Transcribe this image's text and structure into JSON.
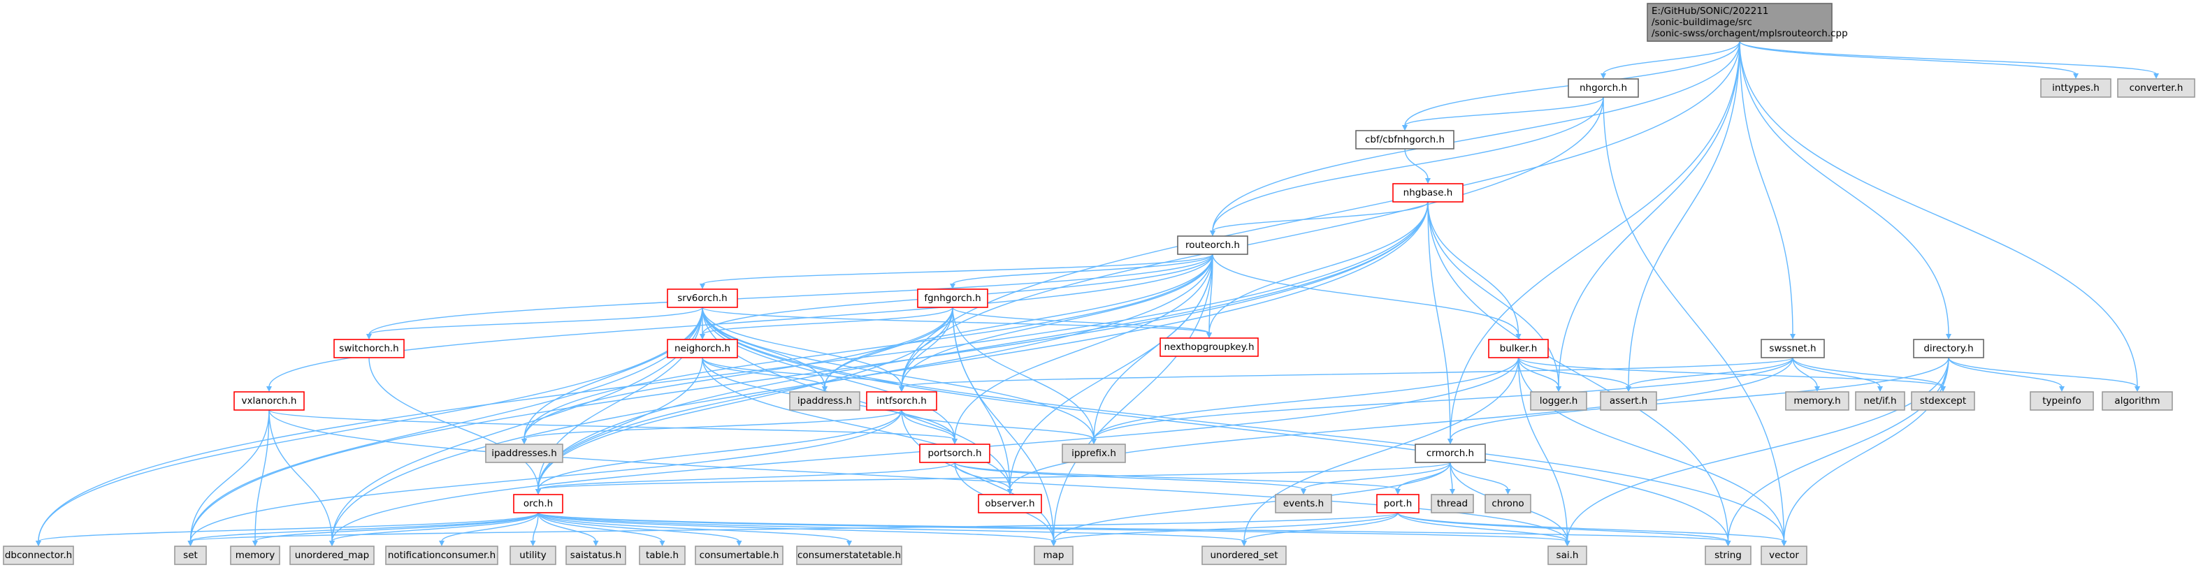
{
  "graph": {
    "colors": {
      "edge": "#63b8ff",
      "red_border": "#ff0000",
      "root_fill": "#999999",
      "sys_fill": "#e0e0e0"
    },
    "nodes": [
      {
        "id": "root",
        "lines": [
          "E:/GitHub/SONiC/202211",
          "/sonic-buildimage/src",
          "/sonic-swss/orchagent/mplsrouteorch.cpp"
        ],
        "style": "root"
      },
      {
        "id": "inttypes",
        "lines": [
          "inttypes.h"
        ],
        "style": "sys"
      },
      {
        "id": "converter",
        "lines": [
          "converter.h"
        ],
        "style": "sys"
      },
      {
        "id": "nhgorch",
        "lines": [
          "nhgorch.h"
        ],
        "style": "file"
      },
      {
        "id": "cbf",
        "lines": [
          "cbf/cbfnhgorch.h"
        ],
        "style": "file"
      },
      {
        "id": "nhgbase",
        "lines": [
          "nhgbase.h"
        ],
        "style": "red"
      },
      {
        "id": "routeorch",
        "lines": [
          "routeorch.h"
        ],
        "style": "file"
      },
      {
        "id": "srv6orch",
        "lines": [
          "srv6orch.h"
        ],
        "style": "red"
      },
      {
        "id": "fgnhgorch",
        "lines": [
          "fgnhgorch.h"
        ],
        "style": "red"
      },
      {
        "id": "nexthopgroupkey",
        "lines": [
          "nexthopgroupkey.h"
        ],
        "style": "red"
      },
      {
        "id": "switchorch",
        "lines": [
          "switchorch.h"
        ],
        "style": "red"
      },
      {
        "id": "neighorch",
        "lines": [
          "neighorch.h"
        ],
        "style": "red"
      },
      {
        "id": "vxlanorch",
        "lines": [
          "vxlanorch.h"
        ],
        "style": "red"
      },
      {
        "id": "intfsorch",
        "lines": [
          "intfsorch.h"
        ],
        "style": "red"
      },
      {
        "id": "ipaddress",
        "lines": [
          "ipaddress.h"
        ],
        "style": "sys"
      },
      {
        "id": "ipaddresses",
        "lines": [
          "ipaddresses.h"
        ],
        "style": "sys"
      },
      {
        "id": "ipprefix",
        "lines": [
          "ipprefix.h"
        ],
        "style": "sys"
      },
      {
        "id": "portsorch",
        "lines": [
          "portsorch.h"
        ],
        "style": "red"
      },
      {
        "id": "observer",
        "lines": [
          "observer.h"
        ],
        "style": "red"
      },
      {
        "id": "bulker",
        "lines": [
          "bulker.h"
        ],
        "style": "red"
      },
      {
        "id": "logger",
        "lines": [
          "logger.h"
        ],
        "style": "sys"
      },
      {
        "id": "assert",
        "lines": [
          "assert.h"
        ],
        "style": "sys"
      },
      {
        "id": "swssnet",
        "lines": [
          "swssnet.h"
        ],
        "style": "file"
      },
      {
        "id": "memoryh",
        "lines": [
          "memory.h"
        ],
        "style": "sys"
      },
      {
        "id": "netif",
        "lines": [
          "net/if.h"
        ],
        "style": "sys"
      },
      {
        "id": "stdexcept",
        "lines": [
          "stdexcept"
        ],
        "style": "sys"
      },
      {
        "id": "directory",
        "lines": [
          "directory.h"
        ],
        "style": "file"
      },
      {
        "id": "typeinfo",
        "lines": [
          "typeinfo"
        ],
        "style": "sys"
      },
      {
        "id": "algorithm",
        "lines": [
          "algorithm"
        ],
        "style": "sys"
      },
      {
        "id": "crmorch",
        "lines": [
          "crmorch.h"
        ],
        "style": "file"
      },
      {
        "id": "events",
        "lines": [
          "events.h"
        ],
        "style": "sys"
      },
      {
        "id": "thread",
        "lines": [
          "thread"
        ],
        "style": "sys"
      },
      {
        "id": "chrono",
        "lines": [
          "chrono"
        ],
        "style": "sys"
      },
      {
        "id": "port",
        "lines": [
          "port.h"
        ],
        "style": "red"
      },
      {
        "id": "orch",
        "lines": [
          "orch.h"
        ],
        "style": "red"
      },
      {
        "id": "dbconnector",
        "lines": [
          "dbconnector.h"
        ],
        "style": "sys"
      },
      {
        "id": "set",
        "lines": [
          "set"
        ],
        "style": "sys"
      },
      {
        "id": "memory",
        "lines": [
          "memory"
        ],
        "style": "sys"
      },
      {
        "id": "unordered_map",
        "lines": [
          "unordered_map"
        ],
        "style": "sys"
      },
      {
        "id": "notificationconsumer",
        "lines": [
          "notificationconsumer.h"
        ],
        "style": "sys"
      },
      {
        "id": "utility",
        "lines": [
          "utility"
        ],
        "style": "sys"
      },
      {
        "id": "saistatus",
        "lines": [
          "saistatus.h"
        ],
        "style": "sys"
      },
      {
        "id": "table",
        "lines": [
          "table.h"
        ],
        "style": "sys"
      },
      {
        "id": "consumertable",
        "lines": [
          "consumertable.h"
        ],
        "style": "sys"
      },
      {
        "id": "consumerstatetable",
        "lines": [
          "consumerstatetable.h"
        ],
        "style": "sys"
      },
      {
        "id": "map",
        "lines": [
          "map"
        ],
        "style": "sys"
      },
      {
        "id": "unordered_set",
        "lines": [
          "unordered_set"
        ],
        "style": "sys"
      },
      {
        "id": "sai",
        "lines": [
          "sai.h"
        ],
        "style": "sys"
      },
      {
        "id": "string",
        "lines": [
          "string"
        ],
        "style": "sys"
      },
      {
        "id": "vector",
        "lines": [
          "vector"
        ],
        "style": "sys"
      }
    ],
    "edges": [
      [
        "root",
        "inttypes"
      ],
      [
        "root",
        "converter"
      ],
      [
        "root",
        "nhgorch"
      ],
      [
        "root",
        "cbf"
      ],
      [
        "root",
        "routeorch"
      ],
      [
        "root",
        "swssnet"
      ],
      [
        "root",
        "directory"
      ],
      [
        "root",
        "logger"
      ],
      [
        "root",
        "assert"
      ],
      [
        "root",
        "crmorch"
      ],
      [
        "root",
        "algorithm"
      ],
      [
        "root",
        "intfsorch"
      ],
      [
        "nhgorch",
        "cbf"
      ],
      [
        "nhgorch",
        "routeorch"
      ],
      [
        "nhgorch",
        "vector"
      ],
      [
        "nhgorch",
        "intfsorch"
      ],
      [
        "cbf",
        "nhgbase"
      ],
      [
        "nhgbase",
        "routeorch"
      ],
      [
        "nhgbase",
        "nexthopgroupkey"
      ],
      [
        "nhgbase",
        "bulker"
      ],
      [
        "nhgbase",
        "logger"
      ],
      [
        "nhgbase",
        "crmorch"
      ],
      [
        "nhgbase",
        "string"
      ],
      [
        "nhgbase",
        "dbconnector"
      ],
      [
        "nhgbase",
        "set"
      ],
      [
        "nhgbase",
        "orch"
      ],
      [
        "nhgbase",
        "unordered_map"
      ],
      [
        "routeorch",
        "srv6orch"
      ],
      [
        "routeorch",
        "fgnhgorch"
      ],
      [
        "routeorch",
        "nexthopgroupkey"
      ],
      [
        "routeorch",
        "switchorch"
      ],
      [
        "routeorch",
        "vxlanorch"
      ],
      [
        "routeorch",
        "neighorch"
      ],
      [
        "routeorch",
        "intfsorch"
      ],
      [
        "routeorch",
        "ipaddress"
      ],
      [
        "routeorch",
        "ipaddresses"
      ],
      [
        "routeorch",
        "ipprefix"
      ],
      [
        "routeorch",
        "bulker"
      ],
      [
        "routeorch",
        "observer"
      ],
      [
        "routeorch",
        "map"
      ],
      [
        "routeorch",
        "portsorch"
      ],
      [
        "routeorch",
        "orch"
      ],
      [
        "srv6orch",
        "switchorch"
      ],
      [
        "srv6orch",
        "neighorch"
      ],
      [
        "srv6orch",
        "intfsorch"
      ],
      [
        "srv6orch",
        "nexthopgroupkey"
      ],
      [
        "srv6orch",
        "ipaddress"
      ],
      [
        "srv6orch",
        "ipaddresses"
      ],
      [
        "srv6orch",
        "ipprefix"
      ],
      [
        "srv6orch",
        "portsorch"
      ],
      [
        "srv6orch",
        "dbconnector"
      ],
      [
        "srv6orch",
        "set"
      ],
      [
        "srv6orch",
        "unordered_map"
      ],
      [
        "srv6orch",
        "orch"
      ],
      [
        "srv6orch",
        "observer"
      ],
      [
        "srv6orch",
        "vector"
      ],
      [
        "srv6orch",
        "string"
      ],
      [
        "fgnhgorch",
        "nexthopgroupkey"
      ],
      [
        "fgnhgorch",
        "neighorch"
      ],
      [
        "fgnhgorch",
        "intfsorch"
      ],
      [
        "fgnhgorch",
        "ipaddress"
      ],
      [
        "fgnhgorch",
        "ipaddresses"
      ],
      [
        "fgnhgorch",
        "ipprefix"
      ],
      [
        "fgnhgorch",
        "map"
      ],
      [
        "fgnhgorch",
        "observer"
      ],
      [
        "fgnhgorch",
        "orch"
      ],
      [
        "switchorch",
        "orch"
      ],
      [
        "neighorch",
        "intfsorch"
      ],
      [
        "neighorch",
        "ipaddress"
      ],
      [
        "neighorch",
        "orch"
      ],
      [
        "neighorch",
        "observer"
      ],
      [
        "neighorch",
        "portsorch"
      ],
      [
        "vxlanorch",
        "portsorch"
      ],
      [
        "vxlanorch",
        "set"
      ],
      [
        "vxlanorch",
        "memory"
      ],
      [
        "vxlanorch",
        "unordered_map"
      ],
      [
        "vxlanorch",
        "sai"
      ],
      [
        "intfsorch",
        "portsorch"
      ],
      [
        "intfsorch",
        "ipaddresses"
      ],
      [
        "intfsorch",
        "ipprefix"
      ],
      [
        "intfsorch",
        "orch"
      ],
      [
        "intfsorch",
        "set"
      ],
      [
        "intfsorch",
        "map"
      ],
      [
        "portsorch",
        "observer"
      ],
      [
        "portsorch",
        "port"
      ],
      [
        "portsorch",
        "orch"
      ],
      [
        "portsorch",
        "map"
      ],
      [
        "portsorch",
        "events"
      ],
      [
        "bulker",
        "logger"
      ],
      [
        "bulker",
        "assert"
      ],
      [
        "bulker",
        "ipprefix"
      ],
      [
        "bulker",
        "unordered_set"
      ],
      [
        "bulker",
        "sai"
      ],
      [
        "bulker",
        "vector"
      ],
      [
        "bulker",
        "unordered_map"
      ],
      [
        "bulker",
        "stdexcept"
      ],
      [
        "swssnet",
        "intfsorch"
      ],
      [
        "swssnet",
        "memoryh"
      ],
      [
        "swssnet",
        "netif"
      ],
      [
        "swssnet",
        "stdexcept"
      ],
      [
        "swssnet",
        "assert"
      ],
      [
        "swssnet",
        "ipprefix"
      ],
      [
        "swssnet",
        "observer"
      ],
      [
        "directory",
        "typeinfo"
      ],
      [
        "directory",
        "algorithm"
      ],
      [
        "directory",
        "stdexcept"
      ],
      [
        "directory",
        "string"
      ],
      [
        "directory",
        "vector"
      ],
      [
        "directory",
        "sai"
      ],
      [
        "directory",
        "crmorch"
      ],
      [
        "crmorch",
        "events"
      ],
      [
        "crmorch",
        "thread"
      ],
      [
        "crmorch",
        "chrono"
      ],
      [
        "crmorch",
        "port"
      ],
      [
        "crmorch",
        "sai"
      ],
      [
        "crmorch",
        "map"
      ],
      [
        "crmorch",
        "orch"
      ],
      [
        "port",
        "map"
      ],
      [
        "port",
        "set"
      ],
      [
        "port",
        "string"
      ],
      [
        "port",
        "vector"
      ],
      [
        "port",
        "unordered_set"
      ],
      [
        "port",
        "sai"
      ],
      [
        "orch",
        "dbconnector"
      ],
      [
        "orch",
        "set"
      ],
      [
        "orch",
        "memory"
      ],
      [
        "orch",
        "unordered_map"
      ],
      [
        "orch",
        "notificationconsumer"
      ],
      [
        "orch",
        "utility"
      ],
      [
        "orch",
        "saistatus"
      ],
      [
        "orch",
        "table"
      ],
      [
        "orch",
        "consumertable"
      ],
      [
        "orch",
        "consumerstatetable"
      ],
      [
        "orch",
        "map"
      ],
      [
        "orch",
        "sai"
      ],
      [
        "orch",
        "string"
      ],
      [
        "orch",
        "unordered_set"
      ]
    ]
  }
}
